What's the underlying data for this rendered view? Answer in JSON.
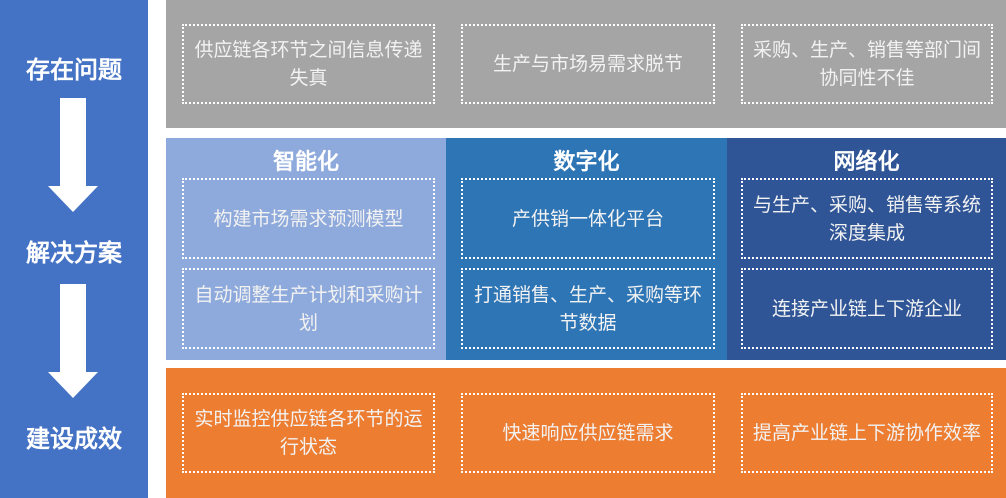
{
  "left_labels": {
    "problems": "存在问题",
    "solutions": "解决方案",
    "results": "建设成效"
  },
  "problems": [
    "供应链各环节之间信息传递失真",
    "生产与市场易需求脱节",
    "采购、生产、销售等部门间协同性不佳"
  ],
  "solutions": [
    {
      "title": "智能化",
      "items": [
        "构建市场需求预测模型",
        "自动调整生产计划和采购计划"
      ]
    },
    {
      "title": "数字化",
      "items": [
        "产供销一体化平台",
        "打通销售、生产、采购等环节数据"
      ]
    },
    {
      "title": "网络化",
      "items": [
        "与生产、采购、销售等系统深度集成",
        "连接产业链上下游企业"
      ]
    }
  ],
  "results": [
    "实时监控供应链各环节的运行状态",
    "快速响应供应链需求",
    "提高产业链上下游协作效率"
  ],
  "colors": {
    "left": "#4472C4",
    "problems": "#A5A5A5",
    "intelligent": "#8EA9DB",
    "digital": "#2E75B6",
    "network": "#2F5597",
    "results": "#ED7D31"
  }
}
